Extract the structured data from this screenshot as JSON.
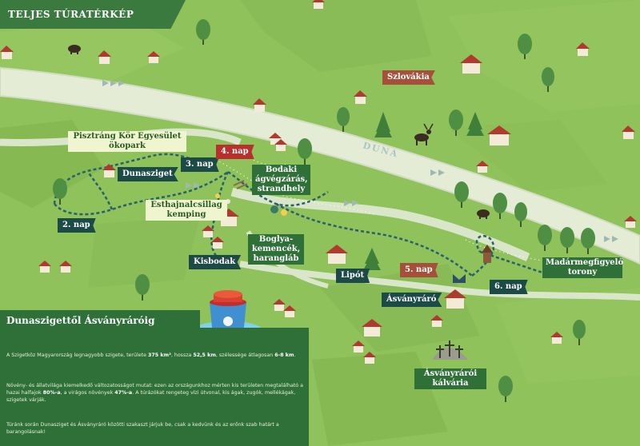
{
  "title": "TELJES TÚRATÉRKÉP",
  "river": "DUNA",
  "country": "Szlovákia",
  "places": {
    "pisztrang": "Pisztráng Kör Egyesület ökopark",
    "dunasziget": "Dunasziget",
    "esthajnal": "Esthajnalcsillag kemping",
    "bodaki": "Bodaki ágvégzárás, strandhely",
    "boglya": "Boglya-kemencék, harangláb",
    "kisbodak": "Kisbodak",
    "lipot": "Lipót",
    "asvanyraro": "Ásványráró",
    "madar": "Madármegfigyelő torony",
    "kalvaria": "Ásványrárói kálvária"
  },
  "days": {
    "d2": "2. nap",
    "d3": "3. nap",
    "d4": "4. nap",
    "d5": "5. nap",
    "d6": "6. nap"
  },
  "panel": {
    "heading": "Dunaszigettől Ásványráróig",
    "p1_pre": "A Szigetköz Magyarország legnagyobb szigete, területe ",
    "p1_area": "375 km²",
    "p1_mid": ", hossza ",
    "p1_len": "52,5 km",
    "p1_mid2": ", szélessége átlagosan ",
    "p1_width": "6-8 km",
    "p1_end": ".",
    "p2_pre": "Növény- és állatvilága kiemelkedő változatosságot mutat: ezen az országunkhoz mérten kis területen megtalálható a hazai halfajok ",
    "p2_fish": "80%-a",
    "p2_mid": ", a virágos növények ",
    "p2_plants": "47%-a",
    "p2_end": ". A túrázókat rengeteg vízi útvonal, kis ágak, zugók, mellékágak, szigetek várják.",
    "p3": "Túránk során Dunasziget és Ásványráró közötti szakaszt járjuk be, csak a kedvünk és az erőnk szab határt a barangolásnak!"
  },
  "colors": {
    "land": "#8fc25a",
    "fields": "#86b952",
    "river": "#e4ecd6",
    "route": "#2a5f70",
    "panel": "#2f6f38"
  },
  "icons": [
    "house-icon",
    "tree-icon",
    "pine-icon",
    "deer-icon",
    "boar-icon",
    "bridge-icon",
    "tower-icon",
    "church-icon",
    "calvary-icon",
    "barrel-icon",
    "flower-icon"
  ]
}
